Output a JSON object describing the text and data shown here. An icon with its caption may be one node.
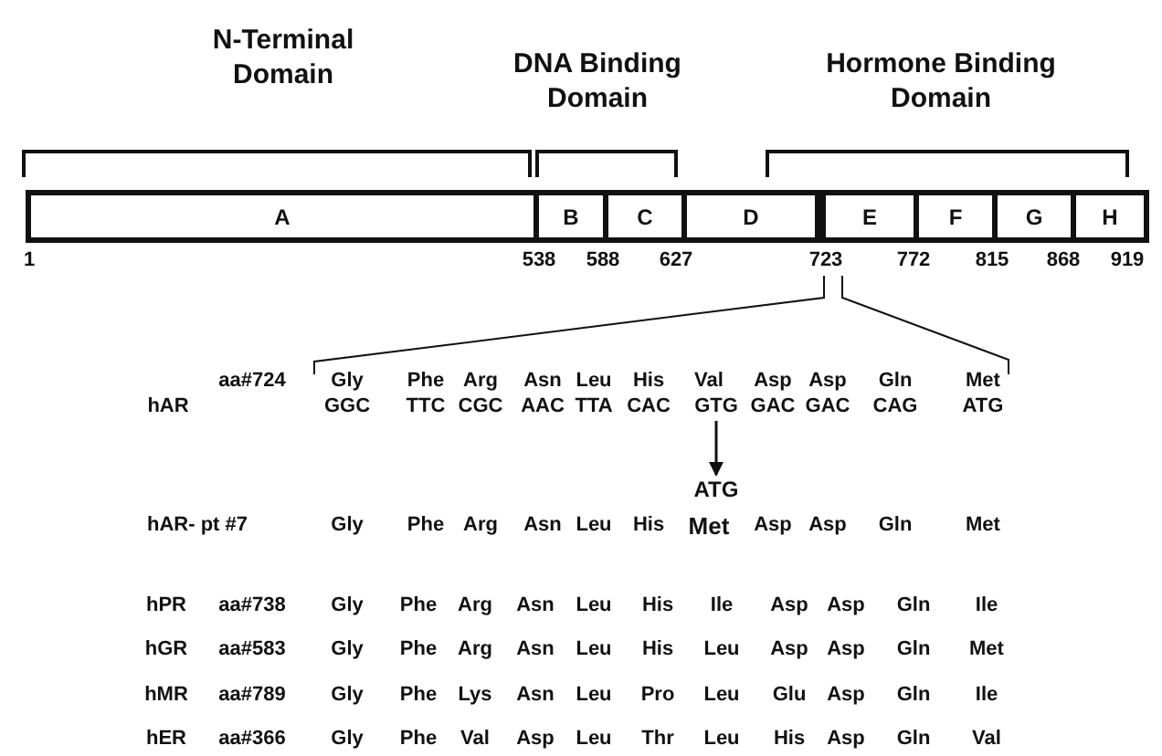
{
  "diagram": {
    "nodes": [
      {
        "text": [
          "A"
        ]
      },
      {
        "text": [
          "B"
        ]
      },
      {
        "text": [
          "C"
        ]
      },
      {
        "text": [
          "D"
        ]
      },
      {
        "text": [
          "E"
        ]
      },
      {
        "text": [
          "F"
        ]
      },
      {
        "text": [
          "G"
        ]
      },
      {
        "text": [
          "H"
        ]
      },
      {
        "text": [
          "GTG"
        ]
      },
      {
        "text": [
          "ATG"
        ]
      }
    ],
    "edges": [
      {
        "from": 8,
        "to": 9,
        "arrow": "to"
      }
    ],
    "labels": [
      "N-Terminal Domain",
      "DNA Binding Domain",
      "Hormone Binding Domain",
      "1",
      "538",
      "588",
      "627",
      "723",
      "772",
      "815",
      "868",
      "919",
      "aa#724",
      "Gly",
      "Phe",
      "Arg",
      "Asn",
      "Leu",
      "His",
      "Val",
      "Asp",
      "Asp",
      "Gln",
      "Met",
      "hAR",
      "GGC",
      "TTC",
      "CGC",
      "AAC",
      "TTA",
      "CAC",
      "GAC",
      "GAC",
      "CAG",
      "ATG",
      "hAR- pt #7",
      "Gly",
      "Phe",
      "Arg",
      "Asn",
      "Leu",
      "His",
      "Met",
      "Asp",
      "Asp",
      "Gln",
      "Met",
      "hPR",
      "aa#738",
      "Gly",
      "Phe",
      "Arg",
      "Asn",
      "Leu",
      "His",
      "Ile",
      "Asp",
      "Asp",
      "Gln",
      "Ile",
      "hGR",
      "aa#583",
      "Gly",
      "Phe",
      "Arg",
      "Asn",
      "Leu",
      "His",
      "Leu",
      "Asp",
      "Asp",
      "Gln",
      "Met",
      "hMR",
      "aa#789",
      "Gly",
      "Phe",
      "Lys",
      "Asn",
      "Leu",
      "Pro",
      "Leu",
      "Glu",
      "Asp",
      "Gln",
      "Ile",
      "hER",
      "aa#366",
      "Gly",
      "Phe",
      "Val",
      "Asp",
      "Leu",
      "Thr",
      "Leu",
      "His",
      "Asp",
      "Gln",
      "Val"
    ]
  }
}
